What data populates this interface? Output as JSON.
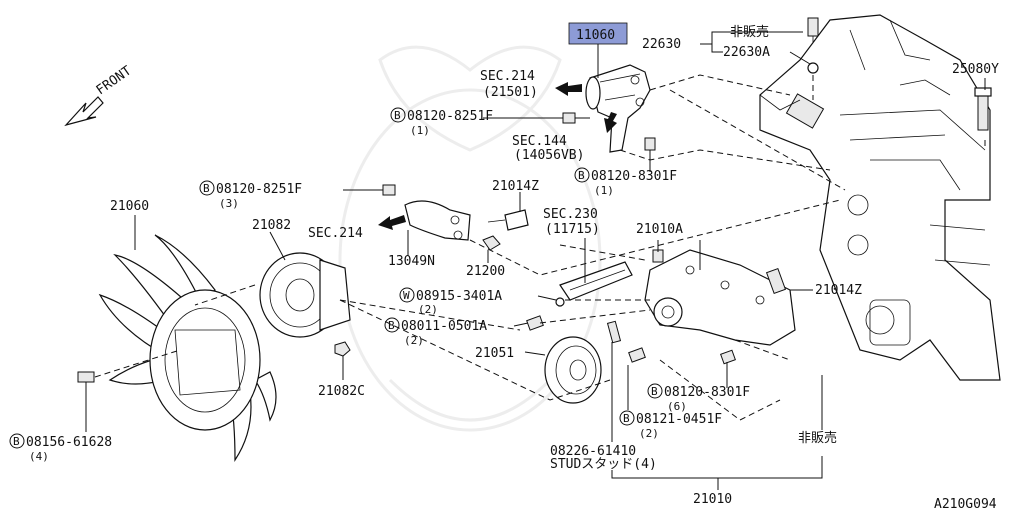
{
  "diagram": {
    "front_label": "FRONT",
    "drawing_code": "A210G094",
    "highlight_color": "#8d9bd6",
    "callouts": {
      "p11060": "11060",
      "sec214_top": "SEC.214",
      "sec214_top_sub": "(21501)",
      "b08120_8251F_top": "08120-8251F",
      "b08120_8251F_top_qty": "(1)",
      "sec144": "SEC.144",
      "sec144_sub": "(14056VB)",
      "b08120_8301F_top": "08120-8301F",
      "b08120_8301F_top_qty": "(1)",
      "p22630": "22630",
      "p22630_hanbai": "非販売",
      "p22630A": "22630A",
      "p25080Y": "25080Y",
      "b08120_8251F_left": "08120-8251F",
      "b08120_8251F_left_qty": "(3)",
      "p21014Z_top": "21014Z",
      "sec214_left": "SEC.214",
      "sec230": "SEC.230",
      "sec230_sub": "(11715)",
      "p21010A": "21010A",
      "p21060": "21060",
      "p21082": "21082",
      "p13049N": "13049N",
      "p21200": "21200",
      "p21014Z_right": "21014Z",
      "w08915_3401A": "08915-3401A",
      "w08915_3401A_qty": "(2)",
      "b08011_0501A": "08011-0501A",
      "b08011_0501A_qty": "(2)",
      "p21051": "21051",
      "p21082C": "21082C",
      "b08120_8301F_low": "08120-8301F",
      "b08120_8301F_low_qty": "(6)",
      "b08121_0451F": "08121-0451F",
      "b08121_0451F_qty": "(2)",
      "b08156_61628": "08156-61628",
      "b08156_61628_qty": "(4)",
      "p08226_61410": "08226-61410",
      "stud_label": "STUDスタッド(4)",
      "hanbai_lower": "非販売",
      "p21010": "21010"
    },
    "markers": {
      "bolt": "B",
      "washer": "W"
    }
  }
}
